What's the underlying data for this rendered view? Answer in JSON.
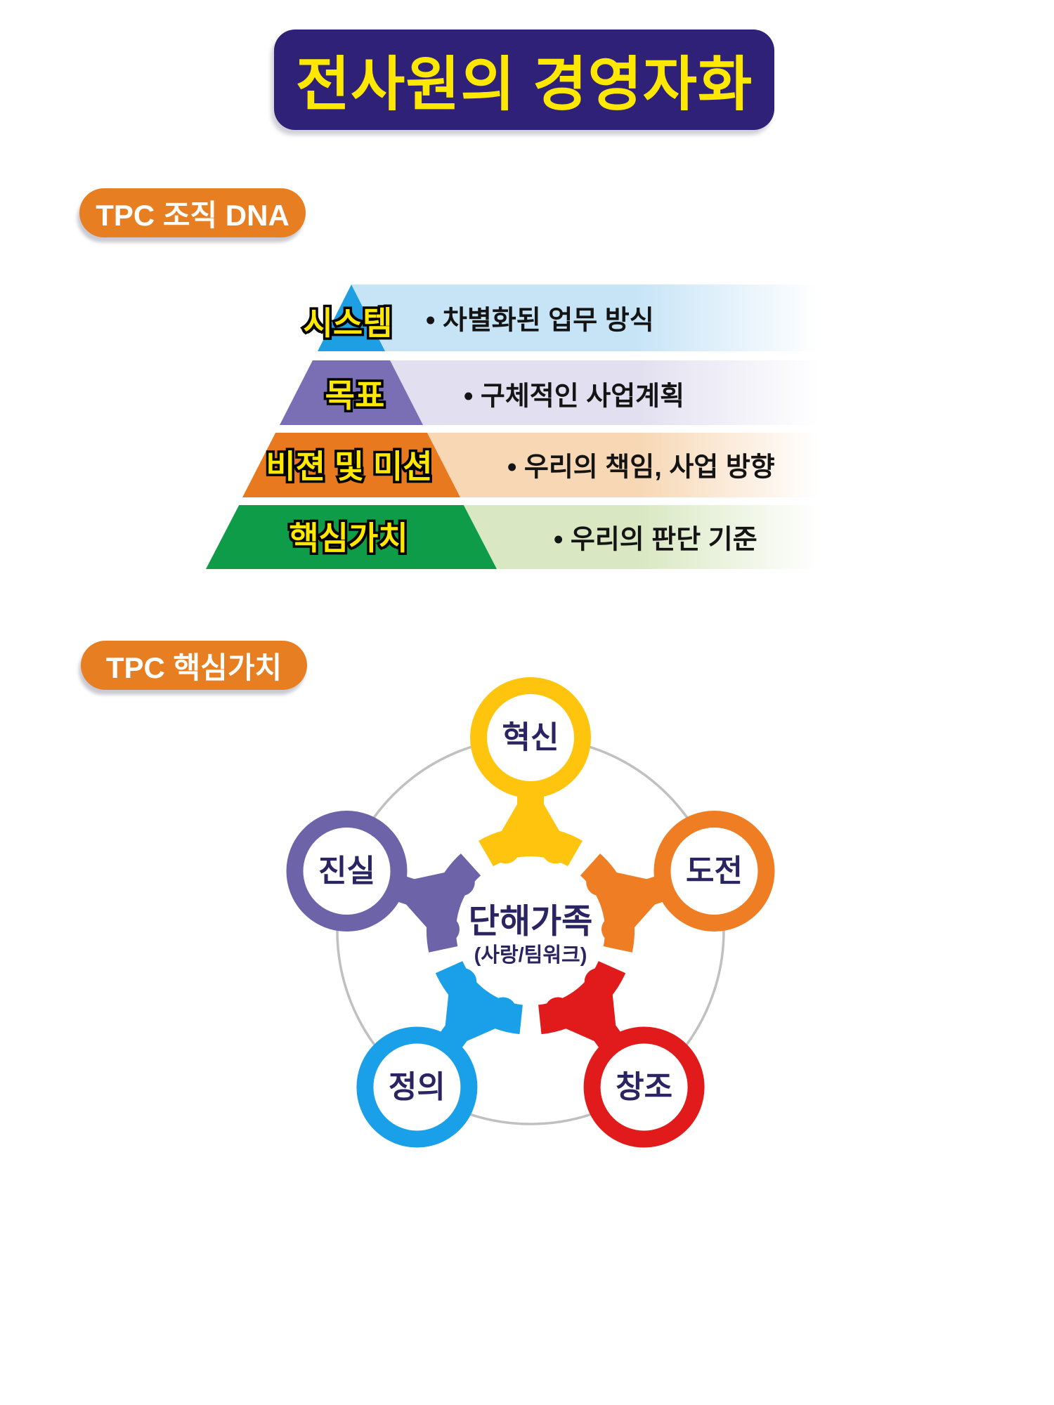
{
  "title": {
    "text": "전사원의 경영자화",
    "bg_color": "#2F2177",
    "text_color": "#FFE800"
  },
  "sections": {
    "accent_color": "#E87E22",
    "dna_label": "TPC 조직 DNA",
    "core_label": "TPC 핵심가치"
  },
  "pyramid": {
    "label_color": "#FFE800",
    "levels": [
      {
        "label": "시스템",
        "description": "• 차별화된 업무 방식",
        "shape_color": "#1E9FE4",
        "band_color": "#C7E4F7"
      },
      {
        "label": "목표",
        "description": "• 구체적인 사업계획",
        "shape_color": "#7A6FB4",
        "band_color": "#E2E0F0"
      },
      {
        "label": "비젼 및 미션",
        "description": "• 우리의 책임, 사업 방향",
        "shape_color": "#E8791E",
        "band_color": "#F7D7B4"
      },
      {
        "label": "핵심가치",
        "description": "• 우리의 판단 기준",
        "shape_color": "#0F9C49",
        "band_color": "#D9E8C2"
      }
    ]
  },
  "core_values": {
    "ring_gray": "#C0C0C0",
    "center": {
      "title": "단해가족",
      "subtitle": "(사랑/팀워크)",
      "text_color": "#2A2462"
    },
    "values": [
      {
        "label": "혁신",
        "color": "#FFC40D",
        "position": "top"
      },
      {
        "label": "도전",
        "color": "#EE7D23",
        "position": "right"
      },
      {
        "label": "창조",
        "color": "#E11B1B",
        "position": "bottom-right"
      },
      {
        "label": "정의",
        "color": "#1AA0E8",
        "position": "bottom-left"
      },
      {
        "label": "진실",
        "color": "#6D63A9",
        "position": "left"
      }
    ]
  }
}
